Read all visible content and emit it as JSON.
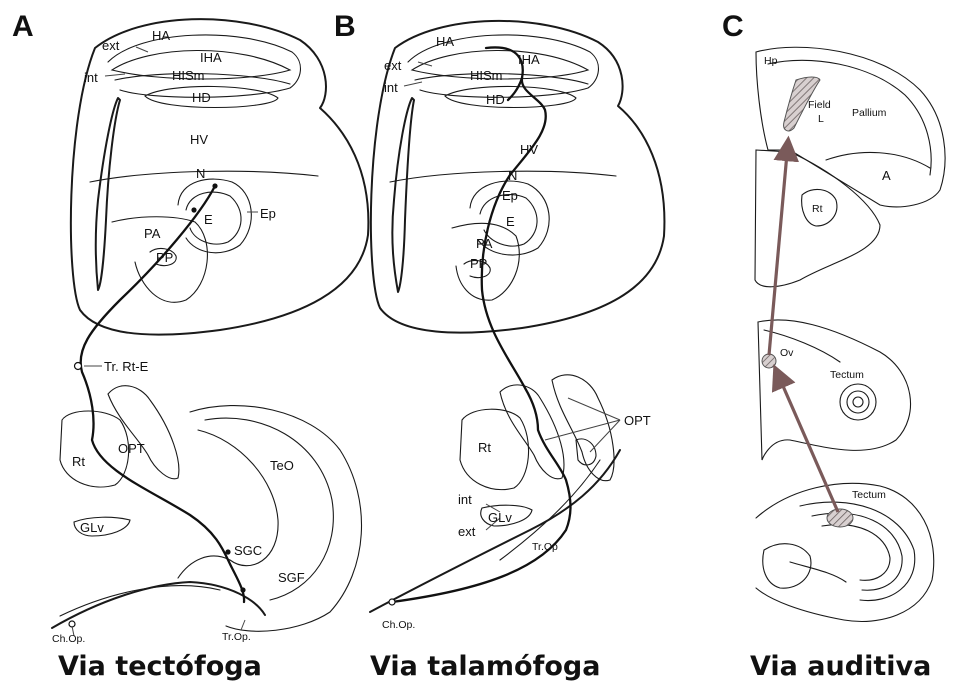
{
  "panels": {
    "a": {
      "letter": "A",
      "caption": "Via tectófoga",
      "labels": {
        "ha": "HA",
        "ext": "ext",
        "iha": "IHA",
        "int": "int",
        "hism": "HISm",
        "hd": "HD",
        "hv": "HV",
        "n": "N",
        "e": "E",
        "ep": "Ep",
        "pa": "PA",
        "pp": "PP",
        "tr_rt_e": "Tr. Rt-E",
        "opt": "OPT",
        "teo": "TeO",
        "rt": "Rt",
        "glv": "GLv",
        "sgc": "SGC",
        "sgf": "SGF",
        "ch_op": "Ch.Op.",
        "tr_op": "Tr.Op."
      }
    },
    "b": {
      "letter": "B",
      "caption": "Via talamófoga",
      "labels": {
        "ha": "HA",
        "ext": "ext",
        "iha": "IHA",
        "int": "int",
        "hism": "HISm",
        "hd": "HD",
        "hv": "HV",
        "n": "N",
        "ep": "Ep",
        "e": "E",
        "pa": "PA",
        "pp": "PP",
        "opt": "OPT",
        "rt": "Rt",
        "int2": "int",
        "ext2": "ext",
        "glv": "GLv",
        "tr_op": "Tr.Op",
        "ch_op": "Ch.Op."
      }
    },
    "c": {
      "letter": "C",
      "caption": "Via auditiva",
      "labels": {
        "hp": "Hp",
        "field": "Field",
        "l": "L",
        "pallium": "Pallium",
        "a": "A",
        "rt": "Rt",
        "ov": "Ov",
        "tectum1": "Tectum",
        "tectum2": "Tectum"
      }
    }
  }
}
